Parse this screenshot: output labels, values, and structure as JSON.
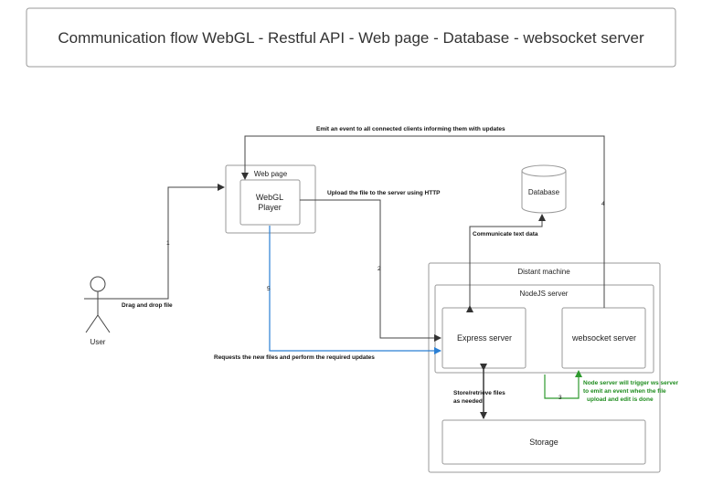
{
  "title": "Communication flow WebGL - Restful API - Web page - Database - websocket server",
  "nodes": {
    "web_page": "Web page",
    "webgl_player_line1": "WebGL",
    "webgl_player_line2": "Player",
    "database": "Database",
    "distant_machine": "Distant machine",
    "nodejs_server": "NodeJS server",
    "express_server": "Express server",
    "websocket_server": "websocket server",
    "storage": "Storage",
    "user": "User"
  },
  "edges": {
    "emit_event": "Emit an event to all connected clients informing them with updates",
    "upload_file": "Upload the file to the server using HTTP",
    "communicate_text": "Communicate text data",
    "drag_drop": "Drag and drop file",
    "requests_files": "Requests the new files and perform the required updates",
    "store_retrieve_line1": "Store/retrieve files",
    "store_retrieve_line2": "as needed",
    "ws_trigger_line1": "Node server will trigger ws server",
    "ws_trigger_line2": "to emit an event when the file",
    "ws_trigger_line3": "upload and edit is done"
  },
  "step_numbers": {
    "step1": "1",
    "step2": "2",
    "step3": "3",
    "step4": "4",
    "step5": "5"
  },
  "colors": {
    "line": "#444444",
    "blue_flow": "#2a7fd4",
    "green_flow": "#2e9a2e",
    "box_border": "#9a9a9a"
  }
}
